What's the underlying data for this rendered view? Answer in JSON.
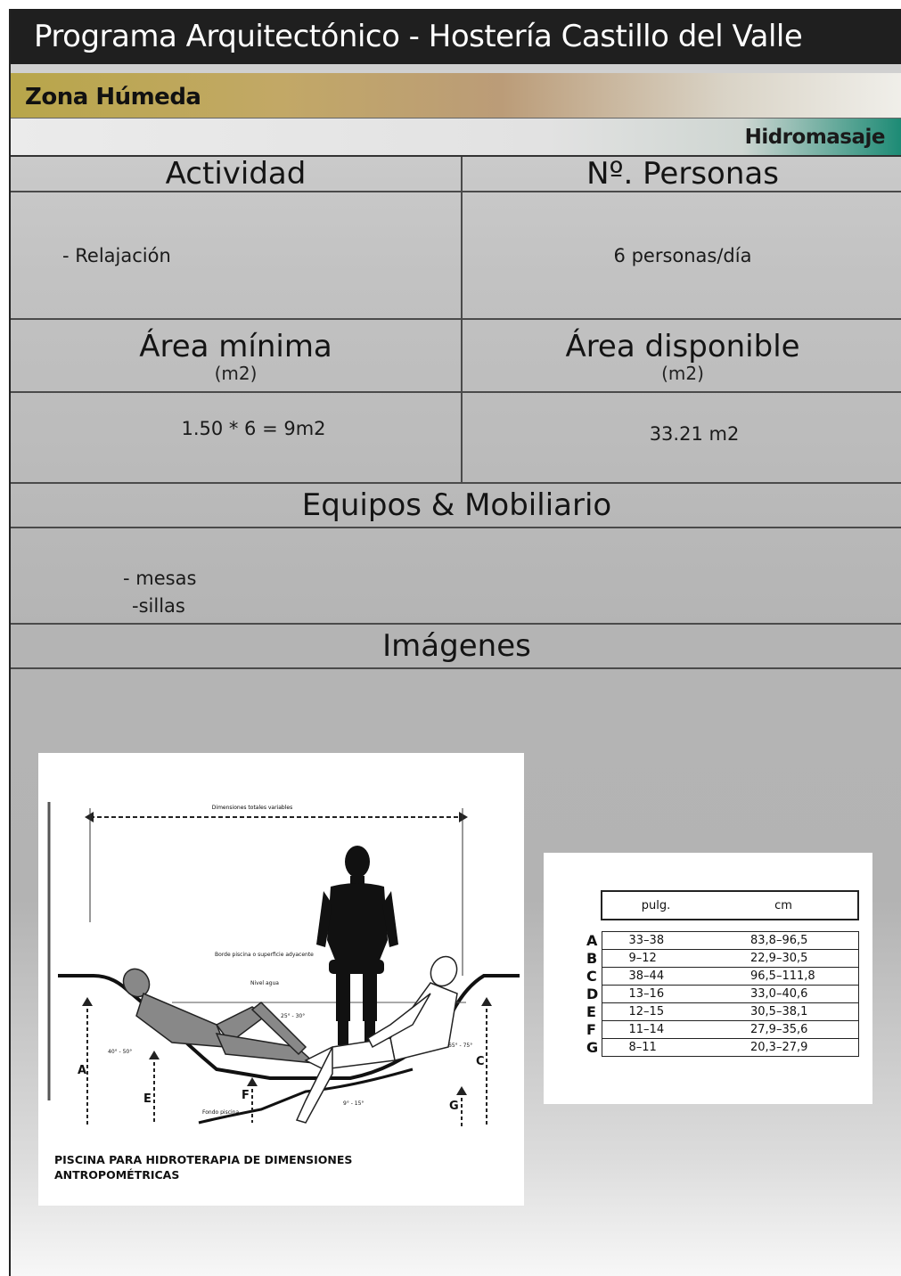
{
  "page": {
    "title": "Programa Arquitectónico - Hostería Castillo del Valle",
    "zone": "Zona Húmeda",
    "section": "Hidromasaje"
  },
  "table": {
    "actividad_header": "Actividad",
    "personas_header": "Nº. Personas",
    "actividad_value": "- Relajación",
    "personas_value": "6 personas/día",
    "area_min_header": "Área mínima",
    "area_min_unit": "(m2)",
    "area_disp_header": "Área disponible",
    "area_disp_unit": "(m2)",
    "area_min_value": "1.50 * 6 = 9m2",
    "area_disp_value": "33.21  m2",
    "equipos_header": "Equipos & Mobiliario",
    "equipos_items": [
      "- mesas",
      "-sillas"
    ],
    "imagenes_header": "Imágenes"
  },
  "figure1": {
    "top_label": "Dimensiones totales variables",
    "label_borde": "Borde piscina o superficie adyacente",
    "label_nivel": "Nivel agua",
    "label_fondo": "Fondo piscina",
    "angle_1": "25° - 30°",
    "angle_2": "40° - 50°",
    "angle_3": "65° - 75°",
    "angle_4": "9° - 15°",
    "letter_a": "A",
    "letter_e": "E",
    "letter_f": "F",
    "letter_g": "G",
    "letter_c": "C",
    "caption_line1": "PISCINA PARA HIDROTERAPIA DE DIMENSIONES",
    "caption_line2": "ANTROPOMÉTRICAS"
  },
  "figure2": {
    "col_pulg": "pulg.",
    "col_cm": "cm",
    "rows": [
      {
        "letter": "A",
        "pulg": "33–38",
        "cm": "83,8–96,5"
      },
      {
        "letter": "B",
        "pulg": "9–12",
        "cm": "22,9–30,5"
      },
      {
        "letter": "C",
        "pulg": "38–44",
        "cm": "96,5–111,8"
      },
      {
        "letter": "D",
        "pulg": "13–16",
        "cm": "33,0–40,6"
      },
      {
        "letter": "E",
        "pulg": "12–15",
        "cm": "30,5–38,1"
      },
      {
        "letter": "F",
        "pulg": "11–14",
        "cm": "27,9–35,6"
      },
      {
        "letter": "G",
        "pulg": "8–11",
        "cm": "20,3–27,9"
      }
    ]
  }
}
